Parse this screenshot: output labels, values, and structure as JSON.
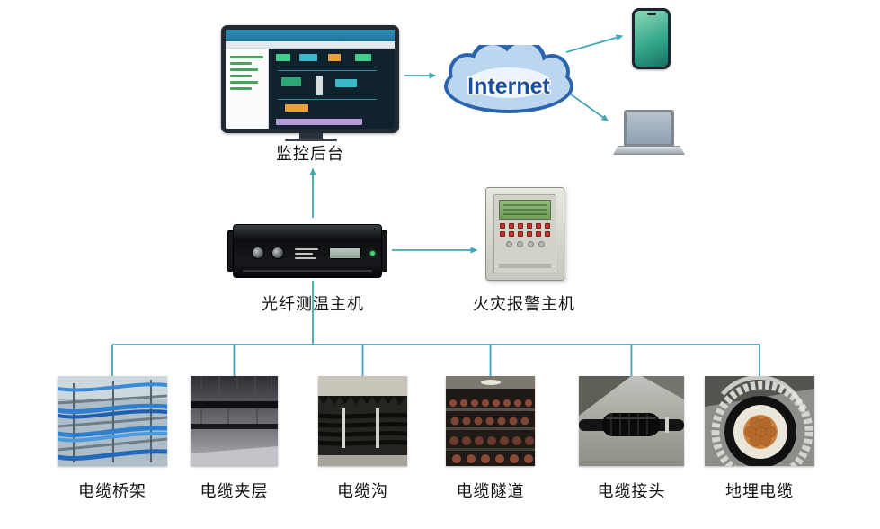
{
  "diagram": {
    "monitor": {
      "label": "监控后台"
    },
    "internet": {
      "label": "Internet"
    },
    "fiber_host": {
      "label": "光纤测温主机"
    },
    "fire_alarm": {
      "label": "火灾报警主机"
    },
    "sites": [
      {
        "label": "电缆桥架"
      },
      {
        "label": "电缆夹层"
      },
      {
        "label": "电缆沟"
      },
      {
        "label": "电缆隧道"
      },
      {
        "label": "电缆接头"
      },
      {
        "label": "地埋电缆"
      }
    ],
    "colors": {
      "arrow": "#3FA6B8",
      "cloud_edge": "#2A64AD",
      "cloud_fill": "#BCD6EF",
      "internet_text": "#1C4E9E"
    }
  }
}
